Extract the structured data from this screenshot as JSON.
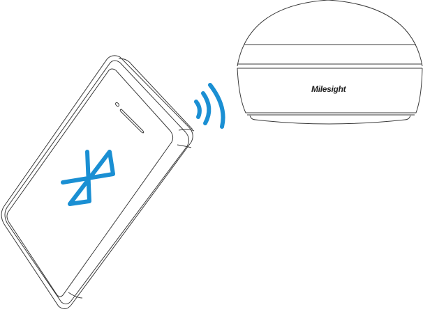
{
  "device": {
    "brand_logo": "Milesight"
  },
  "colors": {
    "bluetooth": "#1a8fd3",
    "outline": "#3a3a3a"
  },
  "icons": [
    "phone-illustration",
    "bluetooth-icon",
    "wireless-signal-icon",
    "sensor-device-illustration"
  ]
}
